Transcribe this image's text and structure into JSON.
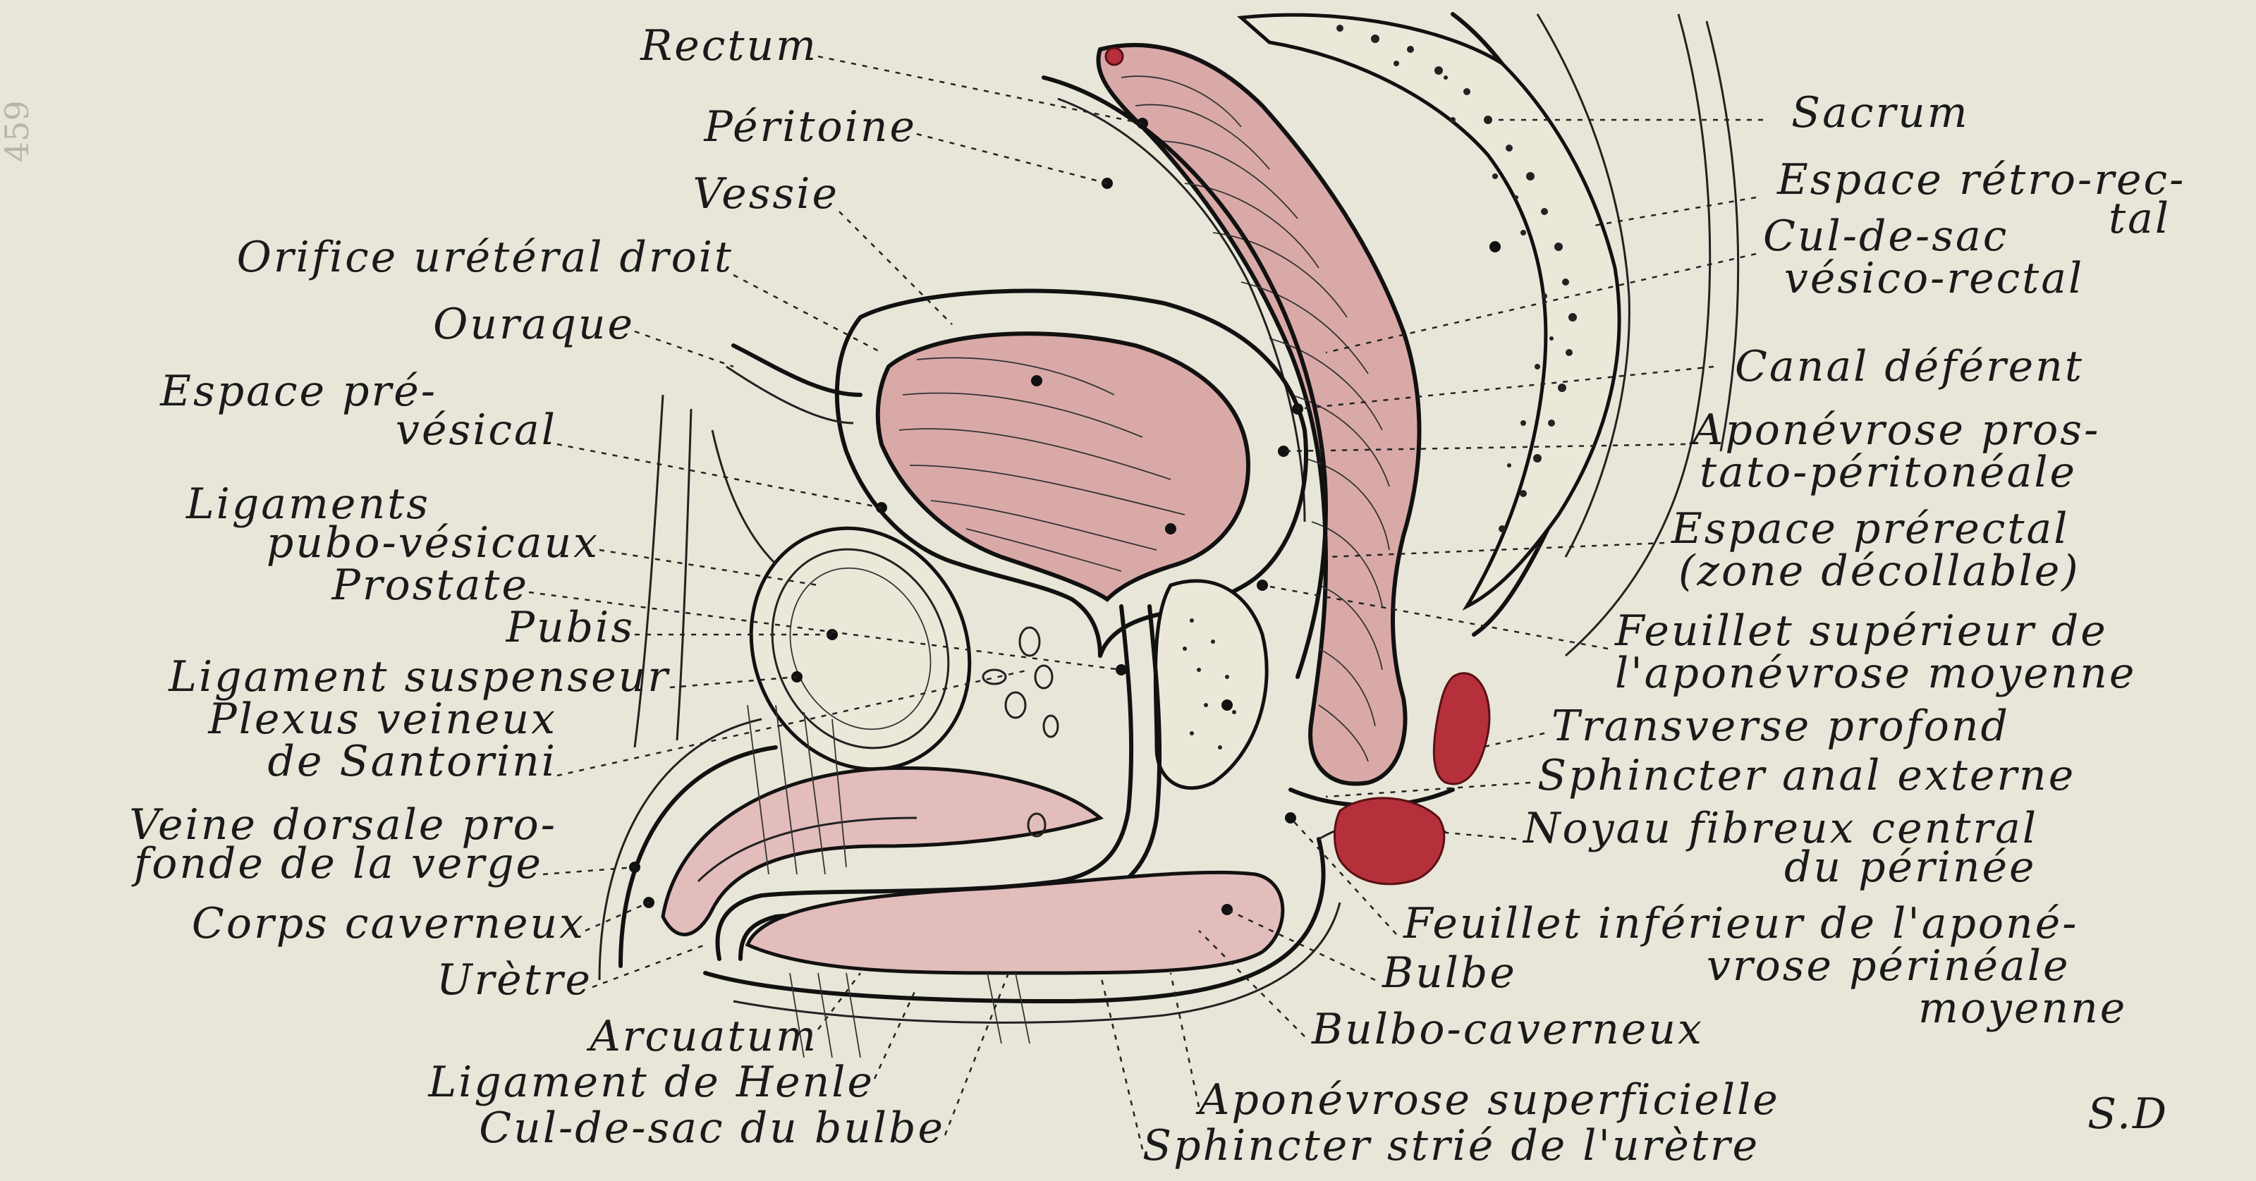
{
  "figure": {
    "signature": "S.D",
    "margin_mark": "459"
  },
  "labels_left": [
    "Rectum",
    "Péritoine",
    "Vessie",
    "Orifice urétéral droit",
    "Ouraque",
    "Espace pré-",
    "vésical",
    "Ligaments",
    "pubo-vésicaux",
    "Prostate",
    "Pubis",
    "Ligament suspenseur",
    "Plexus veineux",
    "de Santorini",
    "Veine dorsale pro-",
    "fonde de la verge",
    "Corps caverneux",
    "Urètre",
    "Arcuatum",
    "Ligament de Henle",
    "Cul-de-sac du bulbe"
  ],
  "labels_right": [
    "Sacrum",
    "Espace rétro-rec-",
    "tal",
    "Cul-de-sac",
    "vésico-rectal",
    "Canal déférent",
    "Aponévrose pros-",
    "tato-péritonéale",
    "Espace prérectal",
    "(zone décollable)",
    "Feuillet supérieur de",
    "l'aponévrose moyenne",
    "Transverse profond",
    "Sphincter anal externe",
    "Noyau fibreux central",
    "du périnée",
    "Feuillet inférieur de l'aponé-",
    "vrose périnéale",
    "moyenne",
    "Bulbe",
    "Bulbo-caverneux",
    "Aponévrose superficielle",
    "Sphincter strié de l'urètre"
  ]
}
